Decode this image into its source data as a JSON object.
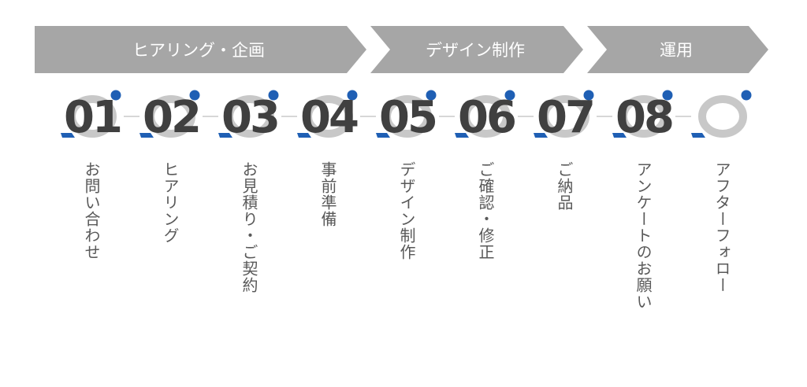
{
  "colors": {
    "phase_bg": "#a6a6a6",
    "phase_text": "#ffffff",
    "number": "#404040",
    "ring": "#c8c8c8",
    "accent_dot": "#1f5fb4",
    "accent_mark": "#1f5fb4",
    "connector": "#bfbfbf",
    "label": "#595959"
  },
  "phases": [
    {
      "label": "ヒアリング・企画"
    },
    {
      "label": "デザイン制作"
    },
    {
      "label": "運用"
    }
  ],
  "steps": [
    {
      "number": "01",
      "label": "お問い合わせ"
    },
    {
      "number": "02",
      "label": "ヒアリング"
    },
    {
      "number": "03",
      "label": "お見積り・ご契約"
    },
    {
      "number": "04",
      "label": "事前準備"
    },
    {
      "number": "05",
      "label": "デザイン制作"
    },
    {
      "number": "06",
      "label": "ご確認・修正"
    },
    {
      "number": "07",
      "label": "ご納品"
    },
    {
      "number": "08",
      "label": "アンケートのお願い"
    },
    {
      "number": "",
      "label": "アフターフォロー"
    }
  ]
}
